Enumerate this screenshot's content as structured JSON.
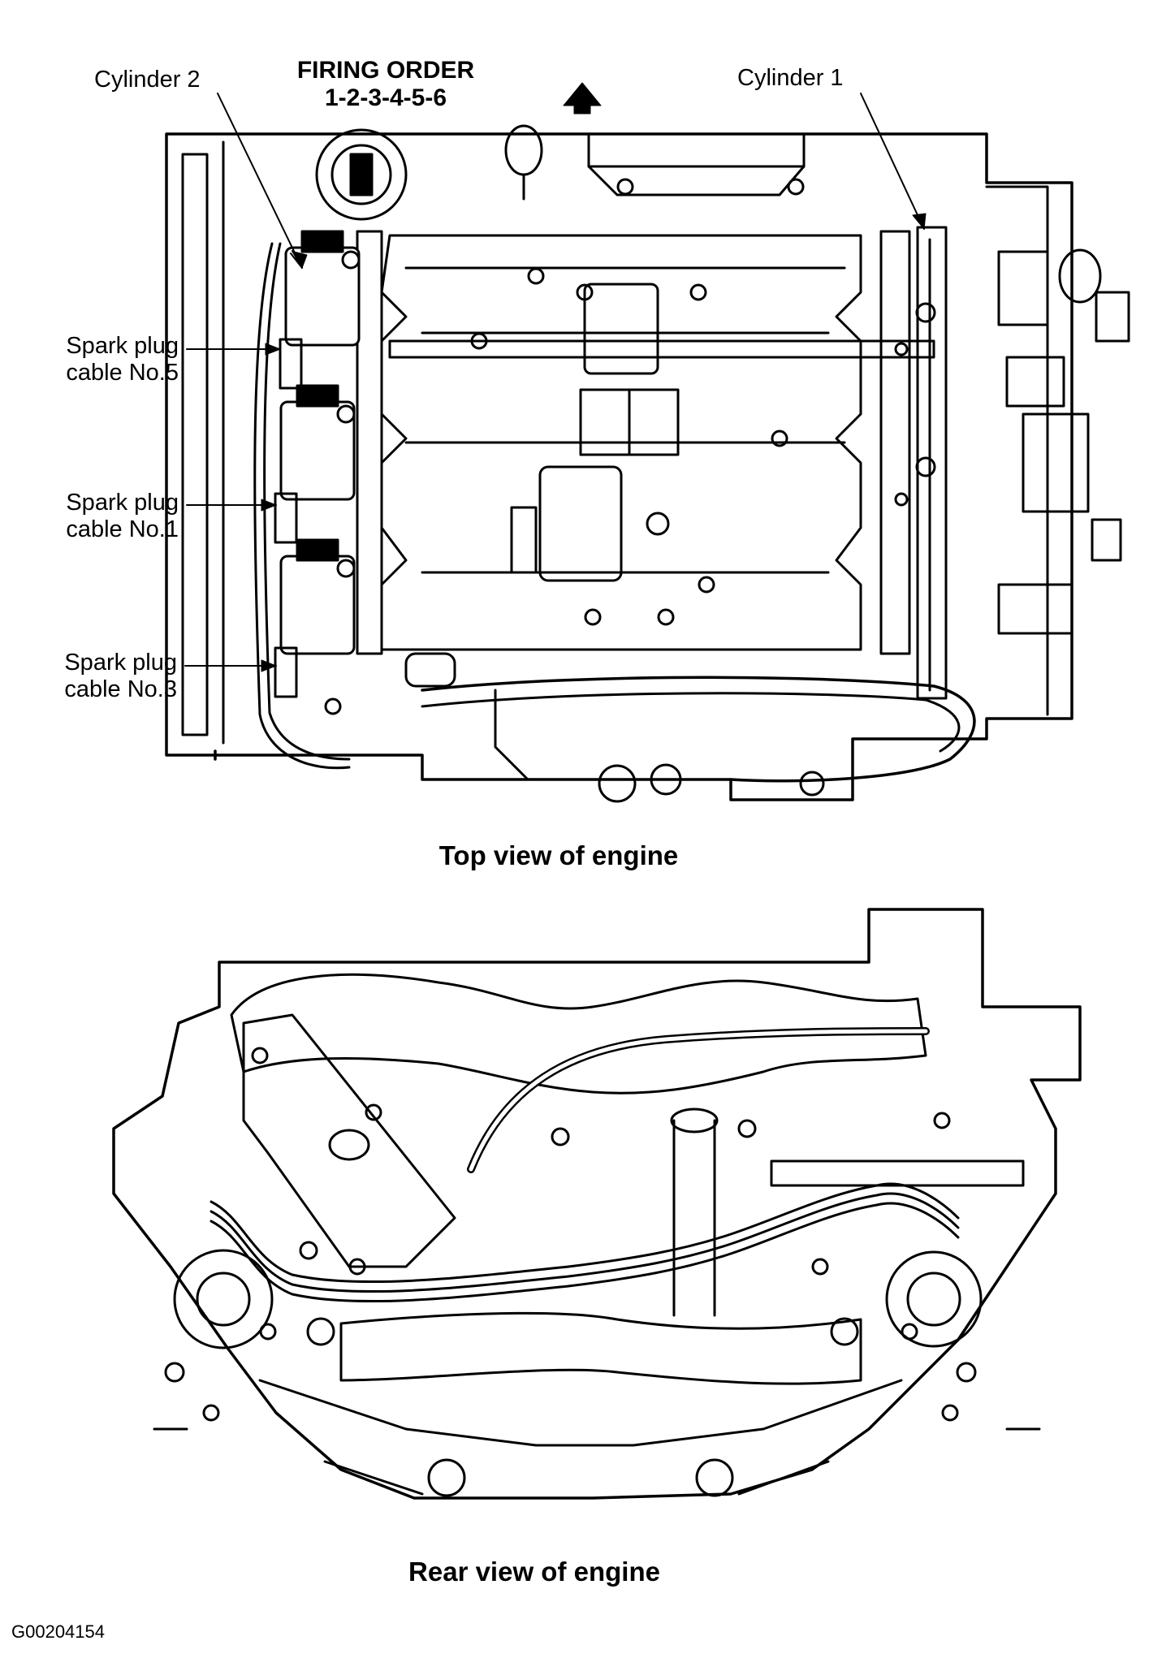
{
  "firing_order": {
    "title": "FIRING ORDER",
    "sequence": "1-2-3-4-5-6"
  },
  "callouts": {
    "cylinder_2": "Cylinder 2",
    "cylinder_1": "Cylinder 1",
    "cable_5": [
      "Spark plug",
      "cable No.5"
    ],
    "cable_1": [
      "Spark plug",
      "cable No.1"
    ],
    "cable_3": [
      "Spark plug",
      "cable No.3"
    ]
  },
  "captions": {
    "top_view": "Top view of engine",
    "rear_view": "Rear view of engine"
  },
  "figure_id": "G00204154",
  "icons": {
    "front_direction": "arrow-up-icon"
  }
}
